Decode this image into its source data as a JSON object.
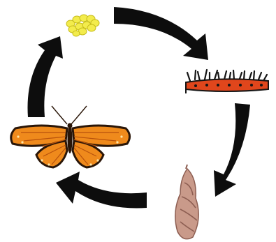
{
  "diagram": {
    "kind": "life-cycle",
    "direction": "clockwise",
    "stages": [
      {
        "id": "eggs",
        "icon": "eggs-icon"
      },
      {
        "id": "caterpillar",
        "icon": "caterpillar-icon"
      },
      {
        "id": "pupa",
        "icon": "chrysalis-icon"
      },
      {
        "id": "adult",
        "icon": "butterfly-icon"
      }
    ],
    "arrows": [
      {
        "from": "eggs",
        "to": "caterpillar",
        "name": "arrow-eggs-to-caterpillar"
      },
      {
        "from": "caterpillar",
        "to": "pupa",
        "name": "arrow-caterpillar-to-pupa"
      },
      {
        "from": "pupa",
        "to": "adult",
        "name": "arrow-pupa-to-adult"
      },
      {
        "from": "adult",
        "to": "eggs",
        "name": "arrow-adult-to-eggs"
      }
    ],
    "colors": {
      "arrow": "#0d0d0d",
      "egg_fill": "#f3ec4c",
      "egg_stroke": "#c7bd1c",
      "caterpillar_body": "#e0461c",
      "caterpillar_spines": "#151515",
      "chrysalis": "#c99a8a",
      "chrysalis_dark": "#8d5e52",
      "wing_orange": "#ef8a1c",
      "wing_dark": "#b8520c",
      "wing_border": "#2a1608",
      "wing_spots": "#ffe6a8"
    }
  }
}
